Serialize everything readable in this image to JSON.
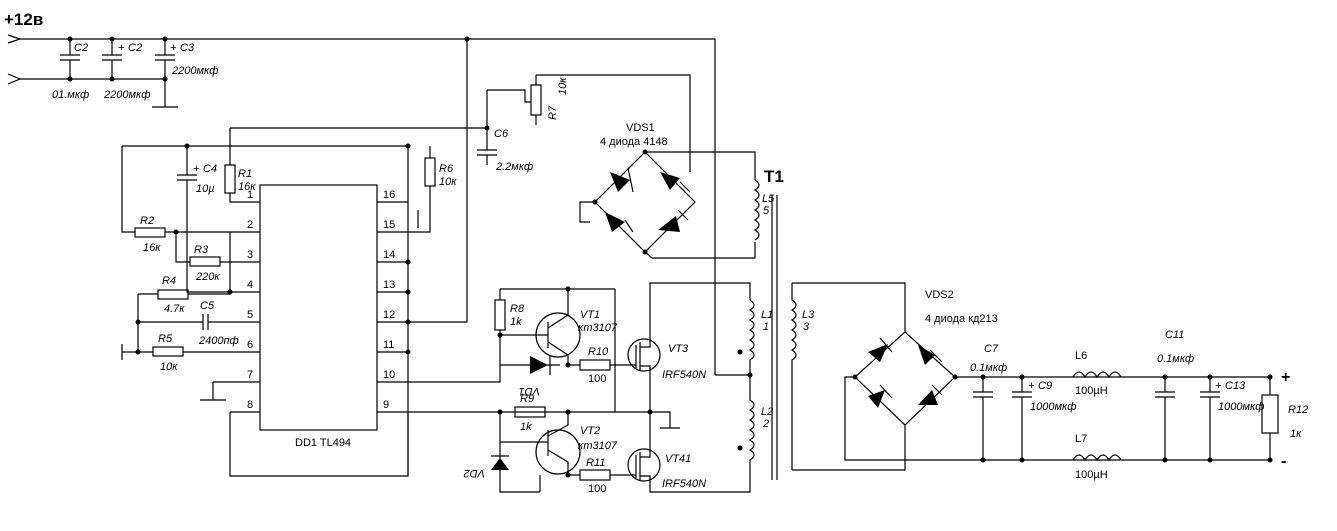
{
  "labels": {
    "supply": "+12в",
    "c2a": "C2",
    "c2a_val": "01.мкф",
    "c2b": "C2",
    "c2b_val": "2200мкф",
    "c3": "C3",
    "c3_val": "2200мкф",
    "c4": "C4",
    "c4_val": "10µ",
    "c5": "C5",
    "c5_val": "2400пф",
    "c6": "C6",
    "c6_val": "2.2мкф",
    "c7": "C7",
    "c7_val": "0.1мкф",
    "c9": "C9",
    "c9_val": "1000мкф",
    "c11": "C11",
    "c11_val": "0.1мкф",
    "c13": "C13",
    "c13_val": "1000мкф",
    "r1": "R1",
    "r1_val": "16к",
    "r2": "R2",
    "r2_val": "16к",
    "r3": "R3",
    "r3_val": "220к",
    "r4": "R4",
    "r4_val": "4.7к",
    "r5": "R5",
    "r5_val": "10к",
    "r6": "R6",
    "r6_val": "10к",
    "r7": "R7",
    "r7_val": "10к",
    "r8": "R8",
    "r8_val": "1k",
    "r9": "R9",
    "r9_val": "1k",
    "r10": "R10",
    "r10_val": "100",
    "r11": "R11",
    "r11_val": "100",
    "r12": "R12",
    "r12_val": "1к",
    "vt1": "VT1",
    "vt1_val": "кт3107",
    "vt2": "VT2",
    "vt2_val": "кт3107",
    "vt3": "VT3",
    "vt3_val": "IRF540N",
    "vt4": "VT41",
    "vt4_val": "IRF540N",
    "vd1": "VD1",
    "vd2": "VD2",
    "vds1": "VDS1",
    "vds1_val": "4 диода 4148",
    "vds2": "VDS2",
    "vds2_val": "4 диода кд213",
    "t1": "T1",
    "l1": "L1",
    "l1_n": "1",
    "l2": "L2",
    "l2_n": "2",
    "l3": "L3",
    "l3_n": "3",
    "l5": "L5",
    "l5_n": "5",
    "l6": "L6",
    "l6_val": "100µH",
    "l7": "L7",
    "l7_val": "100µH",
    "ic": "DD1 TL494",
    "plus": "+",
    "minus": "-",
    "cp": "+",
    "pins_left": [
      "1",
      "2",
      "3",
      "4",
      "5",
      "6",
      "7",
      "8"
    ],
    "pins_right": [
      "16",
      "15",
      "14",
      "13",
      "12",
      "11",
      "10",
      "9"
    ]
  }
}
